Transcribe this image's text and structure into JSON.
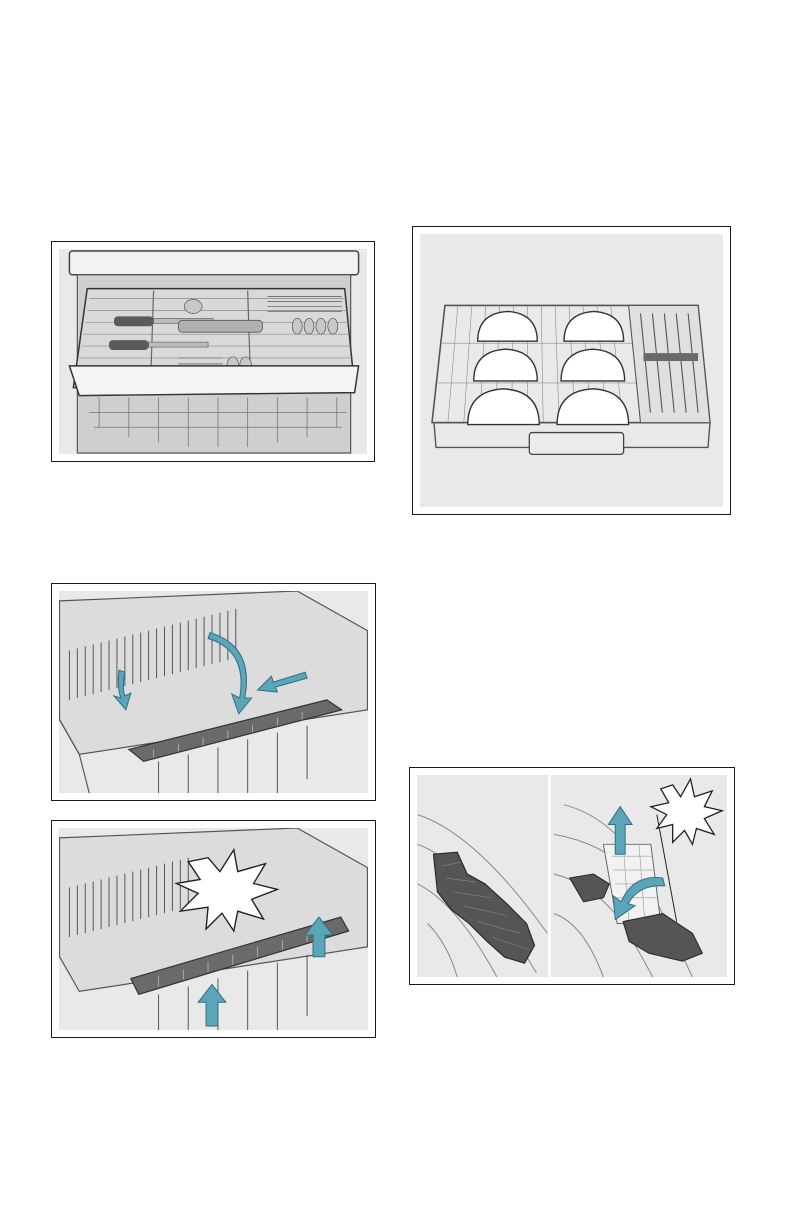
{
  "page": {
    "background": "#ffffff",
    "accent_color": "#5aa6b8",
    "metal_color": "#8a8a8a",
    "panel_color": "#e9e9e9",
    "clip_color": "#555555"
  },
  "figures": [
    {
      "id": "cutlery-drawer",
      "icons": [
        "cutlery-drawer-icon",
        "knife-icon",
        "spoon-icon",
        "fork-icon"
      ]
    },
    {
      "id": "upper-basket-bowls",
      "icons": [
        "basket-icon",
        "bowl-icon",
        "cup-shelf-icon"
      ]
    },
    {
      "id": "fold-down-shelf",
      "icons": [
        "arrow-down-icon",
        "arrow-right-icon"
      ]
    },
    {
      "id": "raise-shelf",
      "icons": [
        "click-burst-icon",
        "arrow-up-icon"
      ]
    },
    {
      "id": "remove-clip",
      "icons": [
        "clip-icon",
        "arrow-up-icon",
        "rotate-arrow-icon",
        "click-burst-icon"
      ]
    }
  ]
}
